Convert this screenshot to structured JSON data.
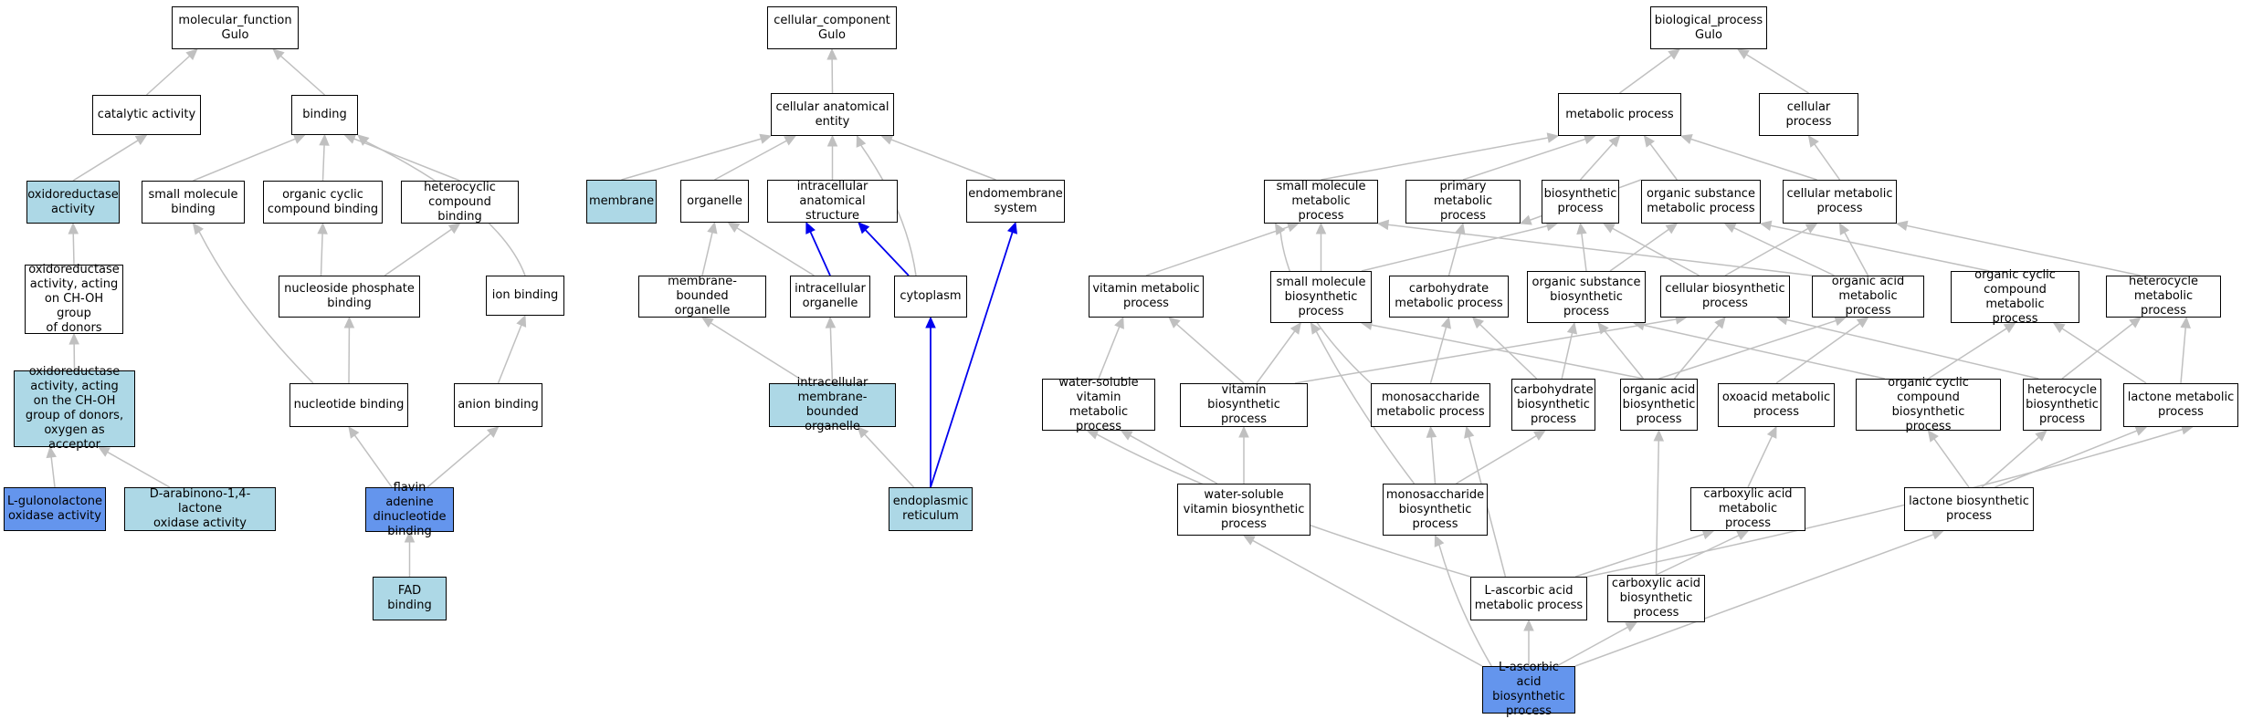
{
  "colors": {
    "highlight_light": "#add8e6",
    "highlight_dark": "#6495ed",
    "edge": "#c0c0c0",
    "edge_part_of": "#0000ee"
  },
  "nodes": {
    "mf_root": "molecular_function\nGulo",
    "catalytic": "catalytic activity",
    "binding": "binding",
    "oxidoreductase": "oxidoreductase\nactivity",
    "small_mol_binding": "small molecule\nbinding",
    "org_cyclic_binding": "organic cyclic\ncompound binding",
    "heterocyclic_binding": "heterocyclic\ncompound binding",
    "oxido_choh": "oxidoreductase\nactivity, acting\non CH-OH group\nof donors",
    "nucleoside_phosphate": "nucleoside phosphate\nbinding",
    "ion_binding": "ion binding",
    "oxido_oxygen": "oxidoreductase\nactivity, acting\non the CH-OH\ngroup of donors,\noxygen as acceptor",
    "nucleotide_binding": "nucleotide binding",
    "anion_binding": "anion binding",
    "l_gulonolactone": "L-gulonolactone\noxidase activity",
    "d_arabinono": "D-arabinono-1,4-lactone\noxidase activity",
    "fad_dinucleotide": "flavin adenine\ndinucleotide\nbinding",
    "fad_binding": "FAD binding",
    "cc_root": "cellular_component\nGulo",
    "anatomical_entity": "cellular anatomical\nentity",
    "membrane": "membrane",
    "organelle": "organelle",
    "intracellular_structure": "intracellular\nanatomical structure",
    "endomembrane": "endomembrane\nsystem",
    "membrane_bounded": "membrane-bounded\norganelle",
    "intracellular_organelle": "intracellular\norganelle",
    "cytoplasm": "cytoplasm",
    "intra_mb_organelle": "intracellular\nmembrane-bounded\norganelle",
    "er": "endoplasmic\nreticulum",
    "bp_root": "biological_process\nGulo",
    "metabolic": "metabolic process",
    "cellular_process": "cellular process",
    "small_mol_metabolic": "small molecule\nmetabolic process",
    "primary_metabolic": "primary metabolic\nprocess",
    "biosynthetic": "biosynthetic\nprocess",
    "org_subst_metabolic": "organic substance\nmetabolic process",
    "cellular_metabolic": "cellular metabolic\nprocess",
    "vitamin_metabolic": "vitamin metabolic\nprocess",
    "small_mol_biosynthetic": "small molecule\nbiosynthetic\nprocess",
    "carb_metabolic": "carbohydrate\nmetabolic process",
    "org_subst_biosynthetic": "organic substance\nbiosynthetic\nprocess",
    "cellular_biosynthetic": "cellular biosynthetic\nprocess",
    "org_acid_metabolic": "organic acid\nmetabolic process",
    "org_cyclic_metabolic": "organic cyclic\ncompound metabolic\nprocess",
    "heterocycle_metabolic": "heterocycle\nmetabolic process",
    "ws_vitamin_metabolic": "water-soluble\nvitamin metabolic\nprocess",
    "vitamin_biosynthetic": "vitamin biosynthetic\nprocess",
    "monosacch_metabolic": "monosaccharide\nmetabolic process",
    "carb_biosynthetic": "carbohydrate\nbiosynthetic\nprocess",
    "org_acid_biosynthetic": "organic acid\nbiosynthetic\nprocess",
    "oxoacid_metabolic": "oxoacid metabolic\nprocess",
    "org_cyclic_biosynthetic": "organic cyclic\ncompound biosynthetic\nprocess",
    "heterocycle_biosynthetic": "heterocycle\nbiosynthetic\nprocess",
    "lactone_metabolic": "lactone metabolic\nprocess",
    "ws_vitamin_biosynthetic": "water-soluble\nvitamin biosynthetic\nprocess",
    "monosacch_biosynthetic": "monosaccharide\nbiosynthetic\nprocess",
    "carboxylic_metabolic": "carboxylic acid\nmetabolic process",
    "lactone_biosynthetic": "lactone biosynthetic\nprocess",
    "l_ascorbic_metabolic": "L-ascorbic acid\nmetabolic process",
    "carboxylic_biosynthetic": "carboxylic acid\nbiosynthetic\nprocess",
    "l_ascorbic_biosynthetic": "L-ascorbic acid\nbiosynthetic\nprocess"
  }
}
